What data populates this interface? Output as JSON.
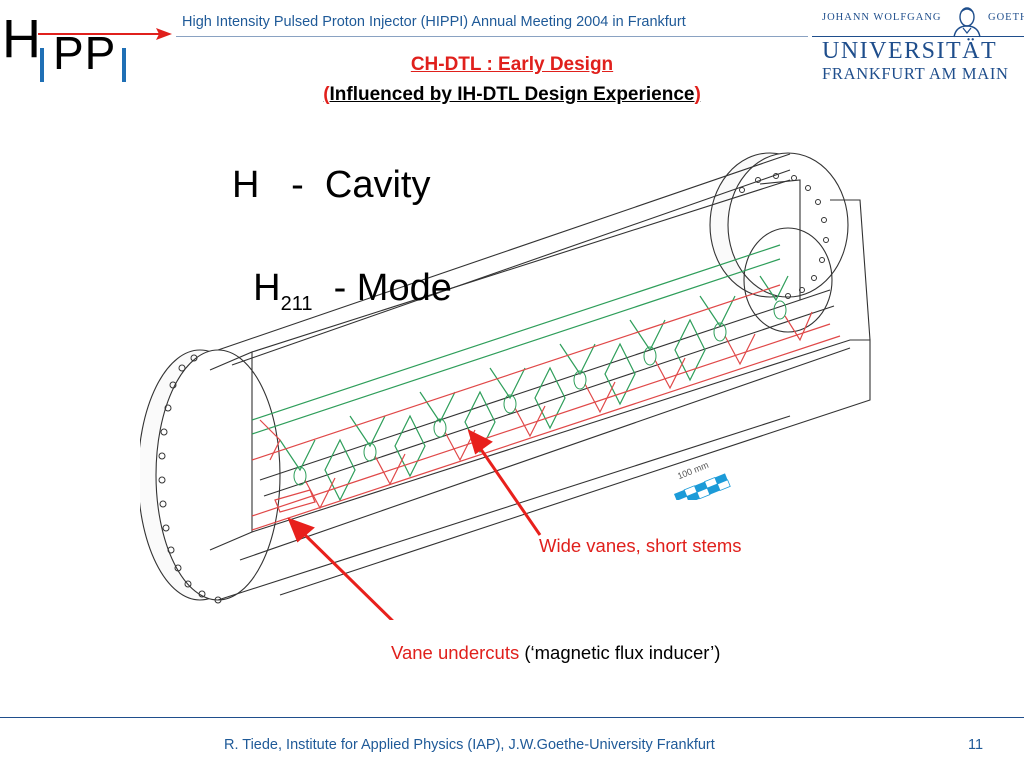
{
  "header": {
    "logo_h": "H",
    "logo_pp": "PP",
    "title": "High Intensity Pulsed Proton Injector (HIPPI) Annual Meeting 2004 in Frankfurt"
  },
  "university": {
    "line1_left": "JOHANN WOLFGANG",
    "line1_right": "GOETHE",
    "name": "UNIVERSITÄT",
    "city": "FRANKFURT AM MAIN"
  },
  "slide": {
    "title": "CH-DTL : Early Design",
    "subtitle_open": "(",
    "subtitle_text": "Influenced by IH-DTL Design Experience",
    "subtitle_close": ")"
  },
  "labels": {
    "cavity": "H   -  Cavity",
    "mode_main": "H",
    "mode_sub": "211",
    "mode_rest": "  - Mode",
    "vanes": "Wide vanes, short stems",
    "undercuts_red": "Vane undercuts",
    "undercuts_black": " (‘magnetic flux inducer’)",
    "scale": "100 mm"
  },
  "footer": {
    "text": "R. Tiede, Institute for Applied Physics (IAP), J.W.Goethe-University Frankfurt",
    "page": "11"
  },
  "colors": {
    "accent_red": "#e0201c",
    "brand_blue": "#1f4e8c",
    "vane_green": "#2e9e5a",
    "vane_red": "#e04848"
  }
}
